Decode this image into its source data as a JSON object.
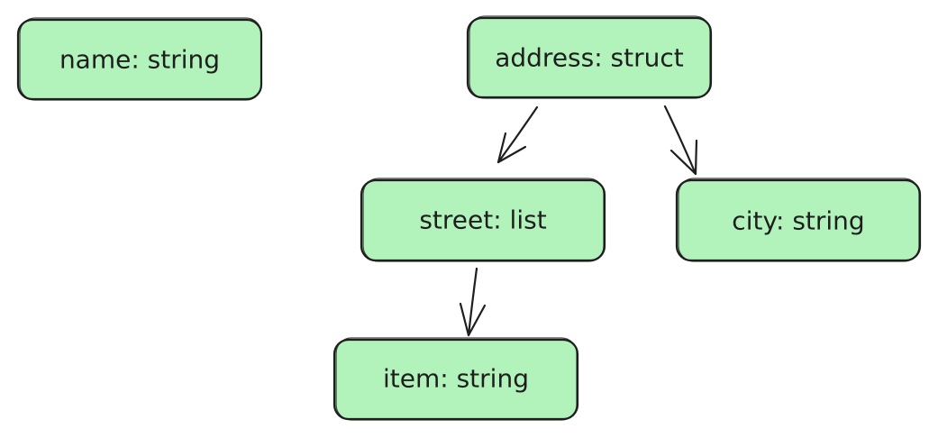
{
  "diagram": {
    "node_fill": "#b2f2bb",
    "stroke_color": "#1e1e1e",
    "nodes": {
      "name": {
        "label": "name: string"
      },
      "address": {
        "label": "address: struct"
      },
      "street": {
        "label": "street: list"
      },
      "city": {
        "label": "city: string"
      },
      "item": {
        "label": "item: string"
      }
    },
    "edges": [
      {
        "from": "address",
        "to": "street"
      },
      {
        "from": "address",
        "to": "city"
      },
      {
        "from": "street",
        "to": "item"
      }
    ]
  }
}
